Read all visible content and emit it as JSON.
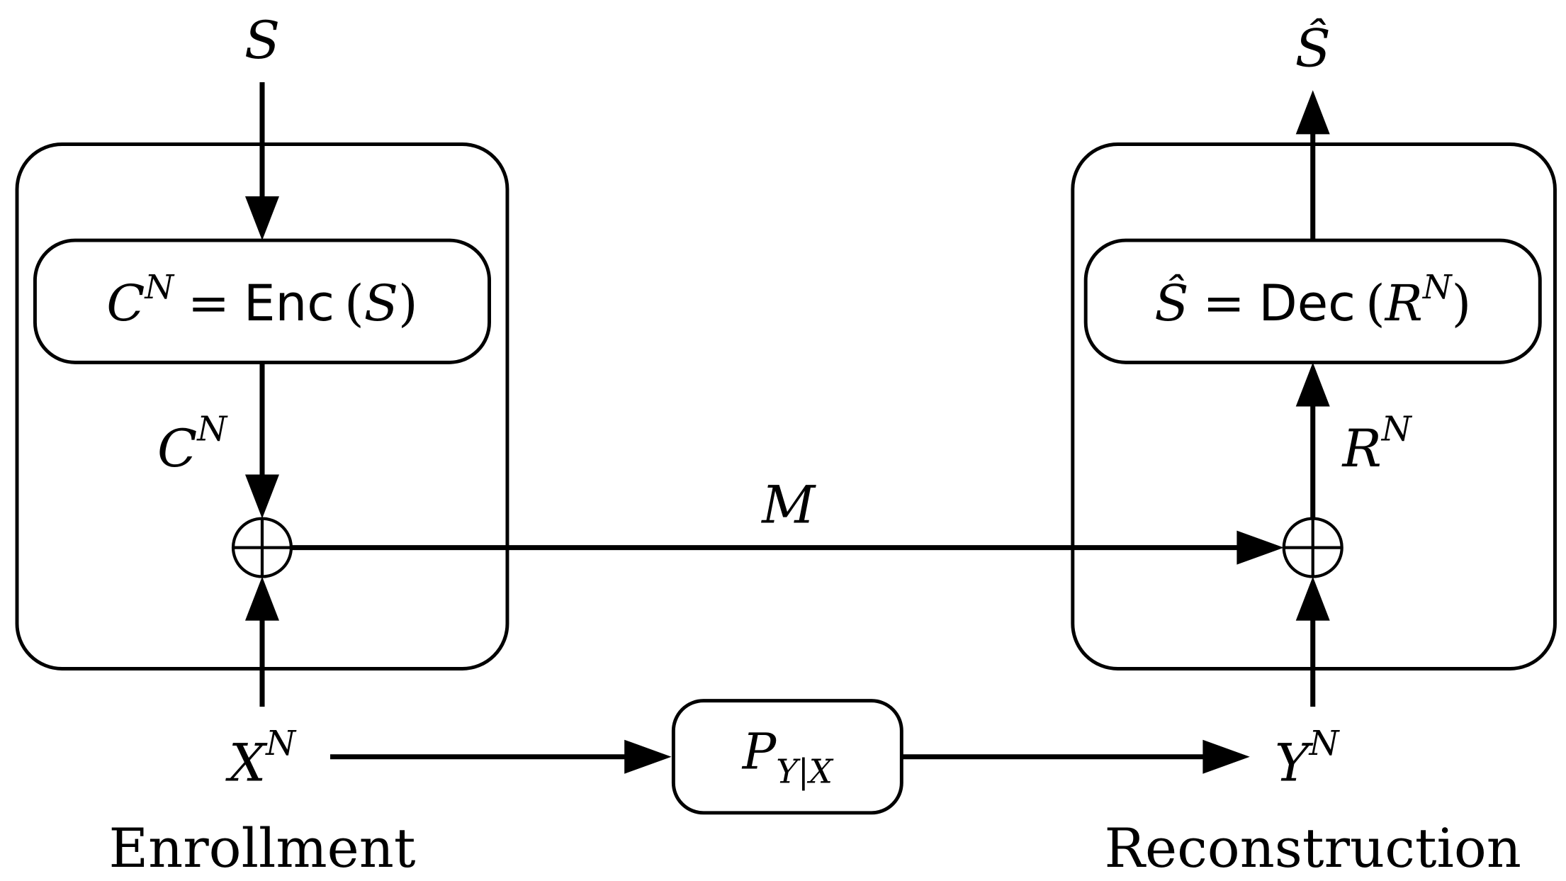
{
  "labels": {
    "secret_in": "S",
    "secret_out": "Ŝ",
    "codeword_var": "C",
    "codeword_sup": "N",
    "message": "M",
    "residual_var": "R",
    "residual_sup": "N",
    "x_var": "X",
    "x_sup": "N",
    "y_var": "Y",
    "y_sup": "N"
  },
  "encoder": {
    "lhs_var": "C",
    "lhs_sup": "N",
    "eq": "=",
    "func": "Enc",
    "open": "(",
    "arg": "S",
    "close": ")"
  },
  "decoder": {
    "lhs": "Ŝ",
    "eq": "=",
    "func": "Dec",
    "open": "(",
    "arg_var": "R",
    "arg_sup": "N",
    "close": ")"
  },
  "channel": {
    "var": "P",
    "sub": "Y|X"
  },
  "captions": {
    "left": "Enrollment",
    "right": "Reconstruction"
  },
  "colors": {
    "stroke": "#000000",
    "background": "#ffffff"
  },
  "icons": {
    "xor_left": "circled-plus-icon",
    "xor_right": "circled-plus-icon"
  }
}
